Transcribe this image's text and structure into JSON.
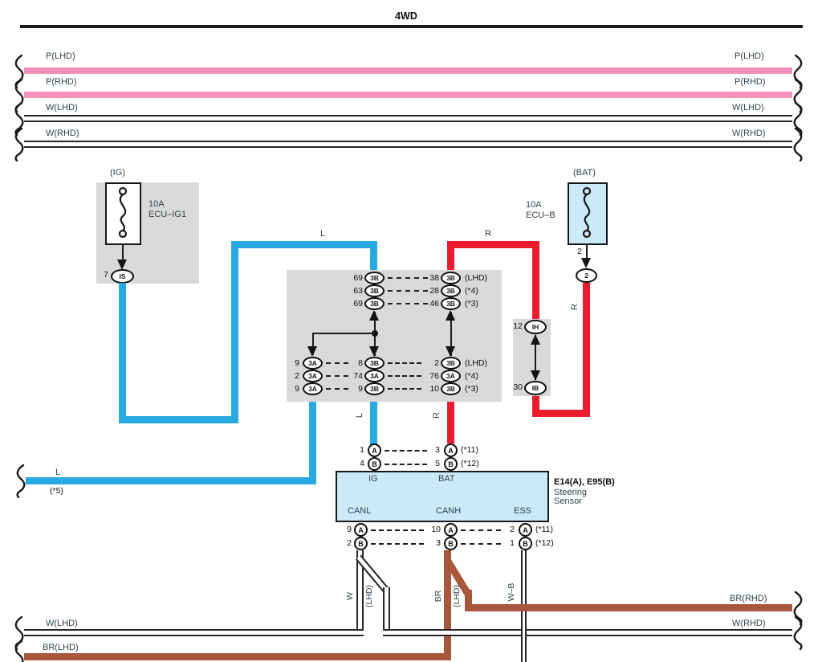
{
  "title": "4WD",
  "colors": {
    "blue": "#29A9E1",
    "red": "#EC1B2E",
    "pink": "#F491BA",
    "brown": "#A6573C",
    "panel_blue": "#CBE9F8",
    "panel_gray": "#D9D9D9"
  },
  "top_buses": {
    "rows": [
      {
        "left": "P(LHD)",
        "right": "P(LHD)"
      },
      {
        "left": "P(RHD)",
        "right": "P(RHD)"
      },
      {
        "left": "W(LHD)",
        "right": "W(LHD)"
      },
      {
        "left": "W(RHD)",
        "right": "W(RHD)"
      }
    ]
  },
  "ig_fuse": {
    "header": "(IG)",
    "rating": "10A",
    "name": "ECU–IG1",
    "pin": "7",
    "connector": "IS"
  },
  "bat_fuse": {
    "header": "(BAT)",
    "rating": "10A",
    "name": "ECU–B",
    "pin": "2",
    "connector": "2"
  },
  "labels": {
    "top_l": "L",
    "top_r": "R",
    "mid_l": "L",
    "mid_r": "R",
    "bat_r": "R",
    "entry_l": "L",
    "entry_note": "(*5)"
  },
  "ih_ib": {
    "top_pin": "12",
    "top_conn": "IH",
    "bottom_pin": "30",
    "bottom_conn": "IB"
  },
  "junction": {
    "top_rows": [
      {
        "lp": "69",
        "lc": "3B",
        "rp": "38",
        "rc": "3B",
        "note": "(LHD)"
      },
      {
        "lp": "63",
        "lc": "3B",
        "rp": "28",
        "rc": "3B",
        "note": "(*4)"
      },
      {
        "lp": "69",
        "lc": "3B",
        "rp": "46",
        "rc": "3B",
        "note": "(*3)"
      }
    ],
    "bottom_rows": [
      {
        "ap": "9",
        "ac": "3A",
        "bp": "8",
        "bc": "3B",
        "cp": "2",
        "cc": "3B",
        "note": "(LHD)"
      },
      {
        "ap": "2",
        "ac": "3A",
        "bp": "74",
        "bc": "3A",
        "cp": "76",
        "cc": "3A",
        "note": "(*4)"
      },
      {
        "ap": "9",
        "ac": "3A",
        "bp": "9",
        "bc": "3B",
        "cp": "10",
        "cc": "3B",
        "note": "(*3)"
      }
    ]
  },
  "sensor": {
    "code": "E14(A), E95(B)",
    "name1": "Steering",
    "name2": "Sensor",
    "pin_ig": "IG",
    "pin_bat": "BAT",
    "pin_canl": "CANL",
    "pin_canh": "CANH",
    "pin_ess": "ESS",
    "top_rows": [
      {
        "lp": "1",
        "lc": "A",
        "rp": "3",
        "rc": "A",
        "note": "(*11)"
      },
      {
        "lp": "4",
        "lc": "B",
        "rp": "5",
        "rc": "B",
        "note": "(*12)"
      }
    ],
    "bottom_rows": [
      {
        "ap": "9",
        "ac": "A",
        "bp": "10",
        "bc": "A",
        "cp": "2",
        "cc": "A",
        "note": "(*11)"
      },
      {
        "ap": "2",
        "ac": "B",
        "bp": "3",
        "bc": "B",
        "cp": "1",
        "cc": "B",
        "note": "(*12)"
      }
    ]
  },
  "bottom": {
    "w": "W",
    "w_note": "(LHD)",
    "br": "BR",
    "br_note": "(LHD)",
    "wb": "W–B",
    "br_rhd": "BR(RHD)",
    "w_lhd": "W(LHD)",
    "w_rhd": "W(RHD)",
    "br_lhd": "BR(LHD)"
  }
}
